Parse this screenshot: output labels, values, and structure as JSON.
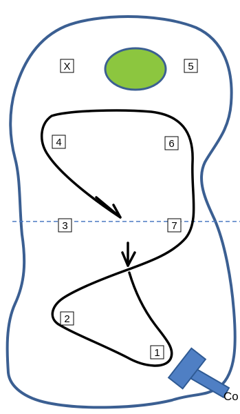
{
  "markers": [
    {
      "id": "x",
      "label": "X"
    },
    {
      "id": "5",
      "label": "5"
    },
    {
      "id": "4",
      "label": "4"
    },
    {
      "id": "6",
      "label": "6"
    },
    {
      "id": "3",
      "label": "3"
    },
    {
      "id": "7",
      "label": "7"
    },
    {
      "id": "2",
      "label": "2"
    },
    {
      "id": "1",
      "label": "1"
    }
  ],
  "corner_text": "Co",
  "colors": {
    "boundary": "#3b5f92",
    "ellipse_fill": "#8cc63f",
    "ellipse_stroke": "#3b5f92",
    "path": "#000000",
    "dashed_line": "#4a78c2",
    "tool": "#4f7fc4",
    "tool_stroke": "#2f5a93"
  },
  "icons": {
    "tool": "hammer-icon"
  }
}
